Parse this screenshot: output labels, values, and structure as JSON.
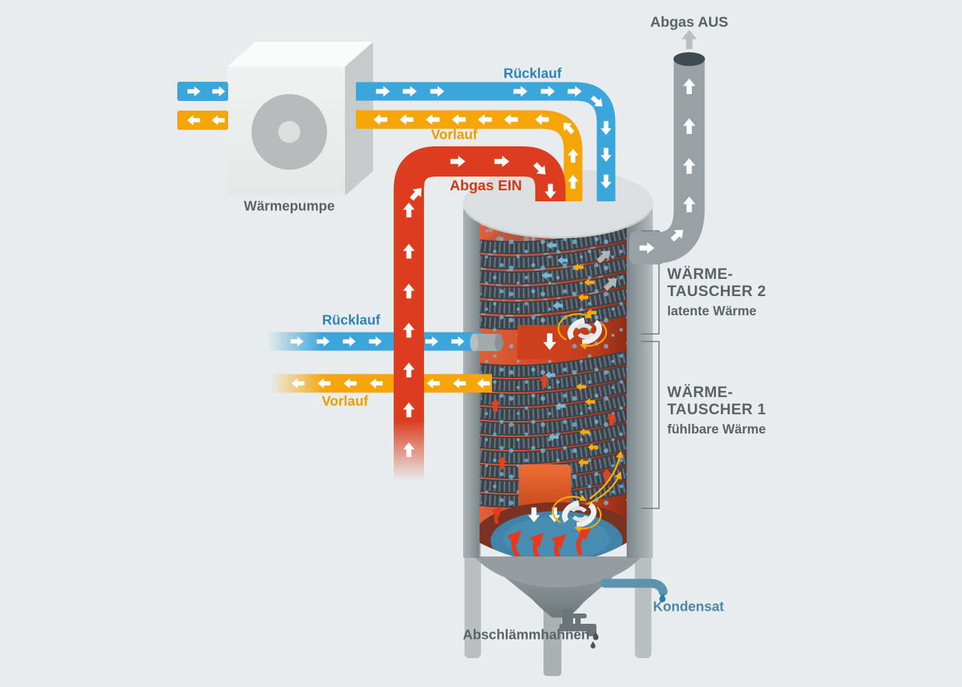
{
  "diagram": {
    "heat_pump": {
      "label": "Wärmepumpe"
    },
    "pipes": {
      "return_top": "Rücklauf",
      "flow_top": "Vorlauf",
      "exhaust_in": "Abgas EIN",
      "exhaust_out": "Abgas AUS",
      "return_mid": "Rücklauf",
      "flow_mid": "Vorlauf"
    },
    "heat_exchangers": [
      {
        "title_line1": "WÄRME-",
        "title_line2": "TAUSCHER 2",
        "subtitle": "latente Wärme"
      },
      {
        "title_line1": "WÄRME-",
        "title_line2": "TAUSCHER 1",
        "subtitle": "fühlbare Wärme"
      }
    ],
    "outputs": {
      "condensate": "Kondensat",
      "blowdown_tap": "Abschlämmhahnen"
    },
    "colors": {
      "return_pipe": "#3AA6DB",
      "flow_pipe": "#F5A506",
      "exhaust_in_pipe": "#DC3D1E",
      "exhaust_out_pipe": "#99A1A4",
      "condensate": "#4C87A8",
      "label_gray": "#5C6366",
      "background": "#E8ECED"
    }
  }
}
